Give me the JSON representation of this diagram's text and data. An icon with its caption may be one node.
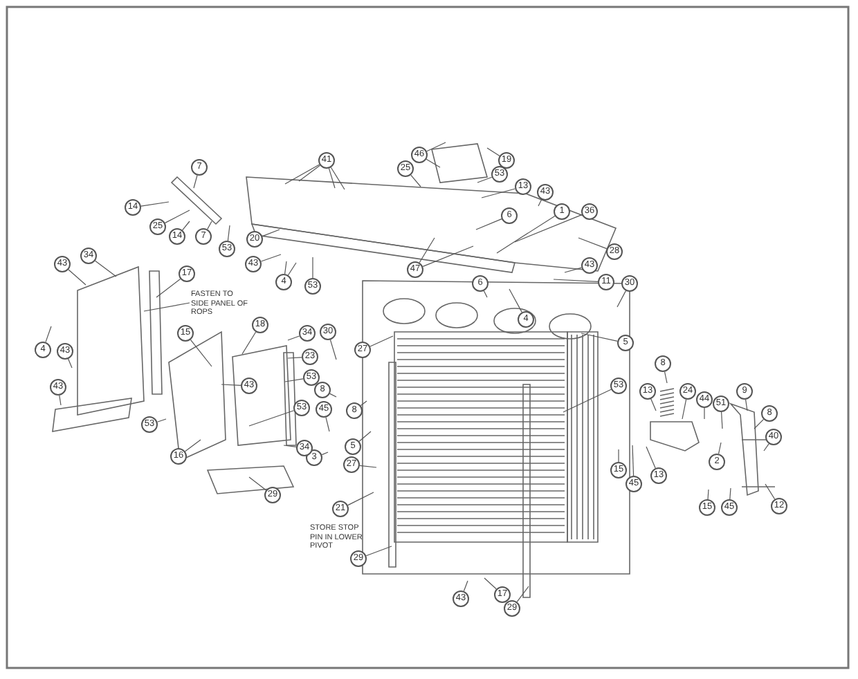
{
  "diagram": {
    "nodes": [
      {
        "text": [
          "7"
        ]
      },
      {
        "text": [
          "41"
        ]
      },
      {
        "text": [
          "14"
        ]
      },
      {
        "text": [
          "25"
        ]
      },
      {
        "text": [
          "14"
        ]
      },
      {
        "text": [
          "7"
        ]
      },
      {
        "text": [
          "53"
        ]
      },
      {
        "text": [
          "20"
        ]
      },
      {
        "text": [
          "43"
        ]
      },
      {
        "text": [
          "4"
        ]
      },
      {
        "text": [
          "53"
        ]
      },
      {
        "text": [
          "46"
        ]
      },
      {
        "text": [
          "25"
        ]
      },
      {
        "text": [
          "19"
        ]
      },
      {
        "text": [
          "53"
        ]
      },
      {
        "text": [
          "13"
        ]
      },
      {
        "text": [
          "6"
        ]
      },
      {
        "text": [
          "43"
        ]
      },
      {
        "text": [
          "1"
        ]
      },
      {
        "text": [
          "36"
        ]
      },
      {
        "text": [
          "47"
        ]
      },
      {
        "text": [
          "28"
        ]
      },
      {
        "text": [
          "43"
        ]
      },
      {
        "text": [
          "11"
        ]
      },
      {
        "text": [
          "30"
        ]
      },
      {
        "text": [
          "6"
        ]
      },
      {
        "text": [
          "4"
        ]
      },
      {
        "text": [
          "5"
        ]
      },
      {
        "text": [
          "30"
        ]
      },
      {
        "text": [
          "23"
        ]
      },
      {
        "text": [
          "27"
        ]
      },
      {
        "text": [
          "8"
        ]
      },
      {
        "text": [
          "8"
        ]
      },
      {
        "text": [
          "45"
        ]
      },
      {
        "text": [
          "5"
        ]
      },
      {
        "text": [
          "3"
        ]
      },
      {
        "text": [
          "27"
        ]
      },
      {
        "text": [
          "21"
        ]
      },
      {
        "text": [
          "29"
        ]
      },
      {
        "text": [
          "43"
        ]
      },
      {
        "text": [
          "17"
        ]
      },
      {
        "text": [
          "29"
        ]
      },
      {
        "text": [
          "53"
        ]
      },
      {
        "text": [
          "15"
        ]
      },
      {
        "text": [
          "45"
        ]
      },
      {
        "text": [
          "13"
        ]
      },
      {
        "text": [
          "8"
        ]
      },
      {
        "text": [
          "13"
        ]
      },
      {
        "text": [
          "24"
        ]
      },
      {
        "text": [
          "44"
        ]
      },
      {
        "text": [
          "51"
        ]
      },
      {
        "text": [
          "9"
        ]
      },
      {
        "text": [
          "8"
        ]
      },
      {
        "text": [
          "40"
        ]
      },
      {
        "text": [
          "2"
        ]
      },
      {
        "text": [
          "15"
        ]
      },
      {
        "text": [
          "45"
        ]
      },
      {
        "text": [
          "12"
        ]
      },
      {
        "text": [
          "43"
        ]
      },
      {
        "text": [
          "34"
        ]
      },
      {
        "text": [
          "17"
        ]
      },
      {
        "text": [
          "FASTEN TO SIDE PANEL OF ROPS"
        ]
      },
      {
        "text": [
          "4"
        ]
      },
      {
        "text": [
          "43"
        ]
      },
      {
        "text": [
          "43"
        ]
      },
      {
        "text": [
          "53"
        ]
      },
      {
        "text": [
          "15"
        ]
      },
      {
        "text": [
          "18"
        ]
      },
      {
        "text": [
          "34"
        ]
      },
      {
        "text": [
          "53"
        ]
      },
      {
        "text": [
          "43"
        ]
      },
      {
        "text": [
          "53"
        ]
      },
      {
        "text": [
          "16"
        ]
      },
      {
        "text": [
          "34"
        ]
      },
      {
        "text": [
          "29"
        ]
      }
    ],
    "edges": [
      {
        "from": 0,
        "to": null,
        "arrow": "none"
      },
      {
        "from": 1,
        "to": null,
        "arrow": "none"
      },
      {
        "from": 1,
        "to": null,
        "arrow": "none"
      },
      {
        "from": 1,
        "to": null,
        "arrow": "none"
      },
      {
        "from": 1,
        "to": null,
        "arrow": "none"
      },
      {
        "from": 2,
        "to": null,
        "arrow": "none"
      },
      {
        "from": 3,
        "to": null,
        "arrow": "none"
      },
      {
        "from": 4,
        "to": null,
        "arrow": "none"
      },
      {
        "from": 5,
        "to": null,
        "arrow": "none"
      },
      {
        "from": 6,
        "to": null,
        "arrow": "none"
      },
      {
        "from": 7,
        "to": null,
        "arrow": "none"
      },
      {
        "from": 8,
        "to": null,
        "arrow": "none"
      },
      {
        "from": 9,
        "to": null,
        "arrow": "none"
      },
      {
        "from": 9,
        "to": null,
        "arrow": "none"
      },
      {
        "from": 10,
        "to": null,
        "arrow": "none"
      },
      {
        "from": 11,
        "to": null,
        "arrow": "none"
      },
      {
        "from": 11,
        "to": null,
        "arrow": "none"
      },
      {
        "from": 12,
        "to": null,
        "arrow": "none"
      },
      {
        "from": 13,
        "to": null,
        "arrow": "none"
      },
      {
        "from": 14,
        "to": null,
        "arrow": "none"
      },
      {
        "from": 15,
        "to": null,
        "arrow": "none"
      },
      {
        "from": 16,
        "to": null,
        "arrow": "none"
      },
      {
        "from": 17,
        "to": null,
        "arrow": "none"
      },
      {
        "from": 18,
        "to": null,
        "arrow": "none"
      },
      {
        "from": 19,
        "to": null,
        "arrow": "none"
      },
      {
        "from": 20,
        "to": null,
        "arrow": "none"
      },
      {
        "from": 20,
        "to": null,
        "arrow": "none"
      },
      {
        "from": 21,
        "to": null,
        "arrow": "none"
      },
      {
        "from": 22,
        "to": null,
        "arrow": "none"
      },
      {
        "from": 23,
        "to": null,
        "arrow": "none"
      },
      {
        "from": 24,
        "to": null,
        "arrow": "none"
      },
      {
        "from": 25,
        "to": null,
        "arrow": "none"
      },
      {
        "from": 26,
        "to": null,
        "arrow": "none"
      },
      {
        "from": 27,
        "to": null,
        "arrow": "none"
      },
      {
        "from": 28,
        "to": null,
        "arrow": "none"
      },
      {
        "from": 29,
        "to": null,
        "arrow": "none"
      },
      {
        "from": 30,
        "to": null,
        "arrow": "none"
      },
      {
        "from": 31,
        "to": null,
        "arrow": "none"
      },
      {
        "from": 32,
        "to": null,
        "arrow": "none"
      },
      {
        "from": 33,
        "to": null,
        "arrow": "none"
      },
      {
        "from": 34,
        "to": null,
        "arrow": "none"
      },
      {
        "from": 35,
        "to": null,
        "arrow": "none"
      },
      {
        "from": 36,
        "to": null,
        "arrow": "none"
      },
      {
        "from": 37,
        "to": null,
        "arrow": "none"
      },
      {
        "from": 38,
        "to": null,
        "arrow": "none"
      },
      {
        "from": 39,
        "to": null,
        "arrow": "none"
      },
      {
        "from": 40,
        "to": null,
        "arrow": "none"
      },
      {
        "from": 41,
        "to": null,
        "arrow": "none"
      },
      {
        "from": 42,
        "to": null,
        "arrow": "none"
      },
      {
        "from": 43,
        "to": null,
        "arrow": "none"
      },
      {
        "from": 44,
        "to": null,
        "arrow": "none"
      },
      {
        "from": 45,
        "to": null,
        "arrow": "none"
      },
      {
        "from": 46,
        "to": null,
        "arrow": "none"
      },
      {
        "from": 47,
        "to": null,
        "arrow": "none"
      },
      {
        "from": 48,
        "to": null,
        "arrow": "none"
      },
      {
        "from": 49,
        "to": null,
        "arrow": "none"
      },
      {
        "from": 50,
        "to": null,
        "arrow": "none"
      },
      {
        "from": 51,
        "to": null,
        "arrow": "none"
      },
      {
        "from": 52,
        "to": null,
        "arrow": "none"
      },
      {
        "from": 53,
        "to": null,
        "arrow": "none"
      },
      {
        "from": 54,
        "to": null,
        "arrow": "none"
      },
      {
        "from": 55,
        "to": null,
        "arrow": "none"
      },
      {
        "from": 56,
        "to": null,
        "arrow": "none"
      },
      {
        "from": 57,
        "to": null,
        "arrow": "none"
      },
      {
        "from": 58,
        "to": null,
        "arrow": "none"
      },
      {
        "from": 59,
        "to": null,
        "arrow": "none"
      },
      {
        "from": 60,
        "to": null,
        "arrow": "none"
      },
      {
        "from": 61,
        "to": null,
        "arrow": "none"
      },
      {
        "from": 62,
        "to": null,
        "arrow": "none"
      },
      {
        "from": 63,
        "to": null,
        "arrow": "none"
      },
      {
        "from": 64,
        "to": null,
        "arrow": "none"
      },
      {
        "from": 65,
        "to": null,
        "arrow": "none"
      },
      {
        "from": 66,
        "to": null,
        "arrow": "none"
      },
      {
        "from": 67,
        "to": null,
        "arrow": "none"
      },
      {
        "from": 68,
        "to": null,
        "arrow": "none"
      },
      {
        "from": 69,
        "to": null,
        "arrow": "none"
      },
      {
        "from": 70,
        "to": null,
        "arrow": "none"
      },
      {
        "from": 71,
        "to": null,
        "arrow": "none"
      },
      {
        "from": 72,
        "to": null,
        "arrow": "none"
      },
      {
        "from": 73,
        "to": null,
        "arrow": "none"
      },
      {
        "from": 74,
        "to": null,
        "arrow": "none"
      }
    ],
    "labels": [
      "STORE STOP PIN IN LOWER PIVOT"
    ]
  }
}
